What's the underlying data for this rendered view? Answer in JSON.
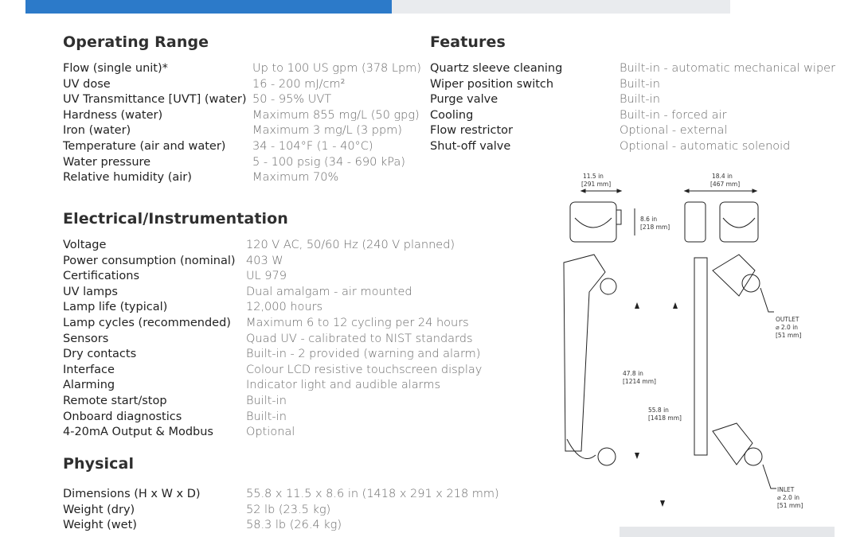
{
  "operating_range": {
    "title": "Operating Range",
    "rows": [
      {
        "label": "Flow (single unit)*",
        "value": "Up to 100 US gpm (378 Lpm)"
      },
      {
        "label": "UV dose",
        "value": "16 - 200 mJ/cm²"
      },
      {
        "label": "UV Transmittance [UVT] (water)",
        "value": "50 - 95% UVT"
      },
      {
        "label": "Hardness (water)",
        "value": "Maximum 855 mg/L (50 gpg)"
      },
      {
        "label": "Iron (water)",
        "value": "Maximum 3 mg/L (3 ppm)"
      },
      {
        "label": "Temperature (air and water)",
        "value": "34 - 104°F (1 - 40°C)"
      },
      {
        "label": "Water pressure",
        "value": "5 - 100 psig (34 - 690 kPa)"
      },
      {
        "label": "Relative humidity (air)",
        "value": "Maximum 70%"
      }
    ]
  },
  "features": {
    "title": "Features",
    "rows": [
      {
        "label": "Quartz sleeve cleaning",
        "value": "Built-in - automatic mechanical wiper"
      },
      {
        "label": "Wiper position switch",
        "value": "Built-in"
      },
      {
        "label": "Purge valve",
        "value": "Built-in"
      },
      {
        "label": "Cooling",
        "value": "Built-in - forced air"
      },
      {
        "label": "Flow restrictor",
        "value": "Optional - external"
      },
      {
        "label": "Shut-off valve",
        "value": "Optional - automatic solenoid"
      }
    ]
  },
  "electrical": {
    "title": "Electrical/Instrumentation",
    "rows": [
      {
        "label": "Voltage",
        "value": "120 V AC, 50/60 Hz (240 V planned)"
      },
      {
        "label": "Power consumption (nominal)",
        "value": "403 W"
      },
      {
        "label": "Certifications",
        "value": "UL 979"
      },
      {
        "label": "UV lamps",
        "value": "Dual amalgam - air mounted"
      },
      {
        "label": "Lamp life (typical)",
        "value": "12,000 hours"
      },
      {
        "label": "Lamp cycles (recommended)",
        "value": "Maximum 6 to 12 cycling per 24 hours"
      },
      {
        "label": "Sensors",
        "value": "Quad UV - calibrated to NIST standards"
      },
      {
        "label": "Dry contacts",
        "value": "Built-in - 2 provided (warning and alarm)"
      },
      {
        "label": "Interface",
        "value": "Colour LCD resistive touchscreen display"
      },
      {
        "label": "Alarming",
        "value": "Indicator light and audible alarms"
      },
      {
        "label": "Remote start/stop",
        "value": "Built-in"
      },
      {
        "label": "Onboard diagnostics",
        "value": "Built-in"
      },
      {
        "label": "4-20mA Output & Modbus",
        "value": "Optional"
      }
    ]
  },
  "physical": {
    "title": "Physical",
    "rows": [
      {
        "label": "Dimensions (H x W x D)",
        "value": "55.8 x 11.5 x 8.6 in (1418 x 291 x 218 mm)"
      },
      {
        "label": "Weight (dry)",
        "value": "52 lb (23.5 kg)"
      },
      {
        "label": "Weight (wet)",
        "value": "58.3 lb (26.4 kg)"
      }
    ]
  },
  "diagram": {
    "width_side_in": "11.5 in",
    "width_side_mm": "[291 mm]",
    "width_front_in": "18.4 in",
    "width_front_mm": "[467 mm]",
    "depth_in": "8.6 in",
    "depth_mm": "[218 mm]",
    "outlet_label": "OUTLET",
    "outlet_in": "⌀ 2.0 in",
    "outlet_mm": "[51 mm]",
    "height_body_in": "47.8 in",
    "height_body_mm": "[1214 mm]",
    "height_total_in": "55.8 in",
    "height_total_mm": "[1418 mm]",
    "inlet_label": "INLET",
    "inlet_in": "⌀ 2.0 in",
    "inlet_mm": "[51 mm]"
  }
}
